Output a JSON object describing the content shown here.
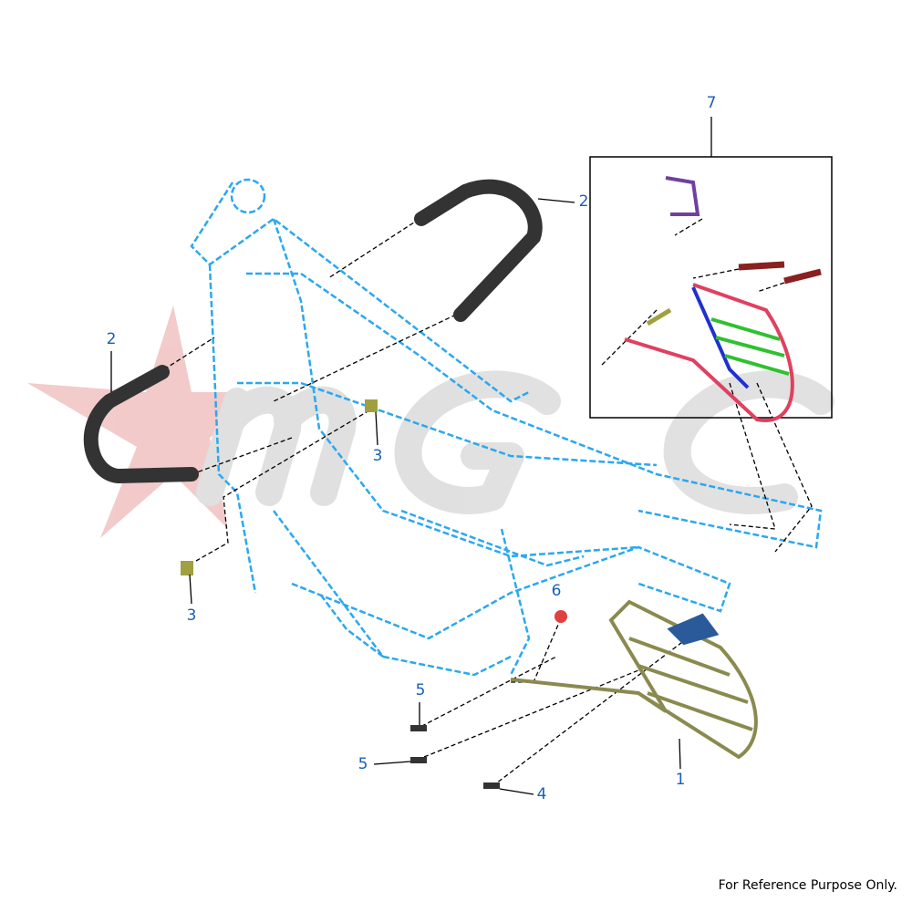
{
  "watermark": {
    "text": "MGC",
    "star_color": "#e8a0a0",
    "letter_color": "#c8c8c8"
  },
  "callouts": [
    {
      "number": "7",
      "part": "guard-assembly-inset"
    },
    {
      "number": "2",
      "part": "rubber-tube-right"
    },
    {
      "number": "2",
      "part": "rubber-tube-left"
    },
    {
      "number": "3",
      "part": "bolt-upper"
    },
    {
      "number": "3",
      "part": "bolt-lower"
    },
    {
      "number": "6",
      "part": "cap"
    },
    {
      "number": "5",
      "part": "screw-upper"
    },
    {
      "number": "5",
      "part": "screw-lower"
    },
    {
      "number": "4",
      "part": "screw"
    },
    {
      "number": "1",
      "part": "guard"
    }
  ],
  "footer": {
    "text": "For Reference Purpose Only."
  },
  "colors": {
    "frame": "#2aa8f0",
    "callout": "#1a5fb4",
    "tube": "#333333",
    "guard": "#8a8a50"
  }
}
